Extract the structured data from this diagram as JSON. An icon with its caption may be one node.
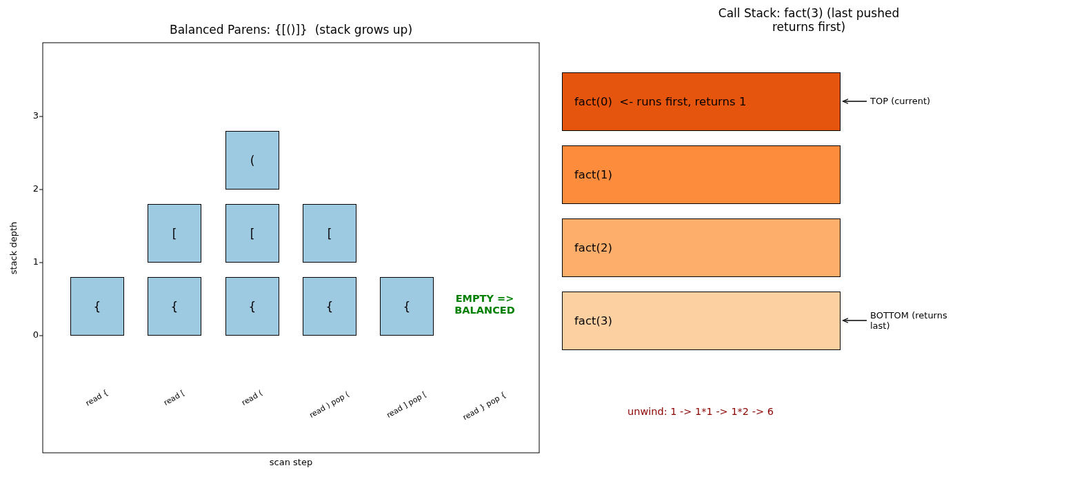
{
  "diagram": {
    "nodes": [
      {
        "text": [
          "("
        ]
      },
      {
        "text": [
          "["
        ]
      },
      {
        "text": [
          "["
        ]
      },
      {
        "text": [
          "["
        ]
      },
      {
        "text": [
          "{"
        ]
      },
      {
        "text": [
          "{"
        ]
      },
      {
        "text": [
          "{"
        ]
      },
      {
        "text": [
          "{"
        ]
      },
      {
        "text": [
          "{"
        ]
      },
      {
        "text": [
          "fact(0)  <- runs first, returns 1"
        ]
      },
      {
        "text": [
          "fact(1)"
        ]
      },
      {
        "text": [
          "fact(2)"
        ]
      },
      {
        "text": [
          "fact(3)"
        ]
      },
      {
        "text": [
          "TOP (current)"
        ]
      },
      {
        "text": [
          "BOTTOM (returns last)"
        ]
      }
    ],
    "edges": [
      {
        "from": 13,
        "to": 9,
        "arrow": "to"
      },
      {
        "from": 14,
        "to": 12,
        "arrow": "to"
      }
    ],
    "labels": [
      "Call Stack: fact(3) (last pushed returns first)",
      "Balanced Parens: {[()]}  (stack grows up)",
      "3",
      "2",
      "1",
      "0",
      "stack depth",
      "EMPTY => BALANCED",
      "read {",
      "read [",
      "read (",
      "read ) pop (",
      "read ] pop [",
      "read } pop {",
      "scan step",
      "unwind: 1 -> 1*1 -> 1*2 -> 6"
    ]
  }
}
